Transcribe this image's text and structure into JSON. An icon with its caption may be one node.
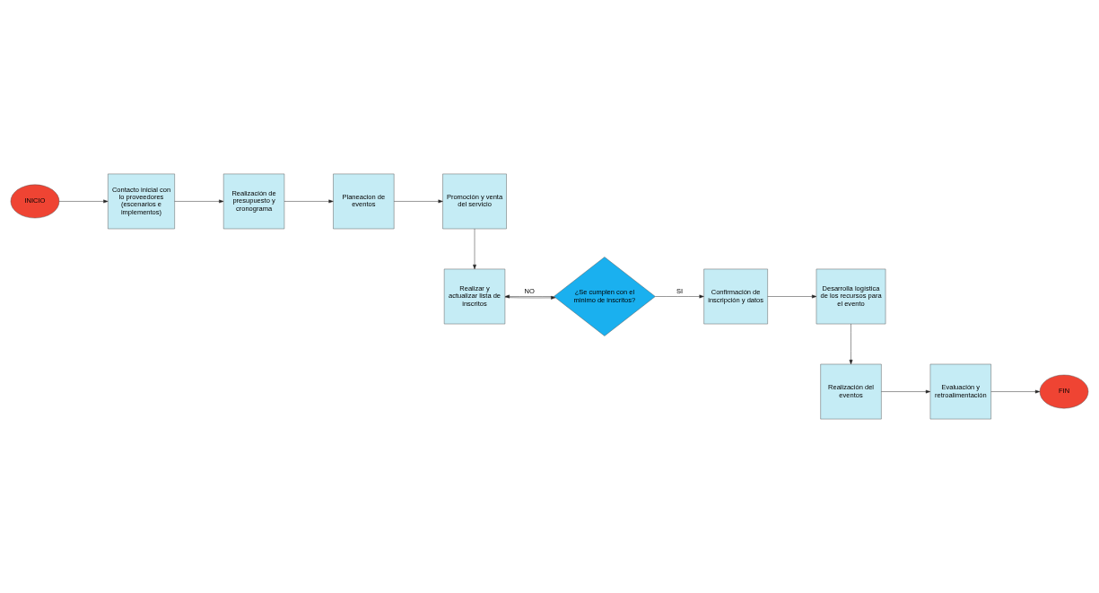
{
  "diagram": {
    "nodes": [
      {
        "text": [
          "INICIO"
        ]
      },
      {
        "text": [
          "Contacto inicial con lo proveedores (escenarios e implementos)"
        ]
      },
      {
        "text": [
          "Realización de presupuesto y cronograma"
        ]
      },
      {
        "text": [
          "Planeacion de eventos"
        ]
      },
      {
        "text": [
          "Promoción y venta del servicio"
        ]
      },
      {
        "text": [
          "Realizar y actualizar lista de inscritos"
        ]
      },
      {
        "text": [
          "¿Se cumplen con el minimo de inscritos?"
        ]
      },
      {
        "text": [
          "Confirmación de inscripción y datos"
        ]
      },
      {
        "text": [
          "Desarrolla logística de los recursos para el evento"
        ]
      },
      {
        "text": [
          "Realización del eventos"
        ]
      },
      {
        "text": [
          "Evaluación y retroalimentación"
        ]
      },
      {
        "text": [
          "FIN"
        ]
      }
    ],
    "edges": [
      {
        "from": 0,
        "to": 1,
        "arrow": "to"
      },
      {
        "from": 1,
        "to": 2,
        "arrow": "to"
      },
      {
        "from": 2,
        "to": 3,
        "arrow": "to"
      },
      {
        "from": 3,
        "to": 4,
        "arrow": "to"
      },
      {
        "from": 4,
        "to": 5,
        "arrow": "to"
      },
      {
        "from": 5,
        "to": 6,
        "arrow": "to"
      },
      {
        "from": 6,
        "to": 7,
        "arrow": "to",
        "label": "SI"
      },
      {
        "from": 6,
        "to": 5,
        "arrow": "to",
        "label": "NO"
      },
      {
        "from": 7,
        "to": 8,
        "arrow": "to"
      },
      {
        "from": 8,
        "to": 9,
        "arrow": "to"
      },
      {
        "from": 9,
        "to": 10,
        "arrow": "to"
      },
      {
        "from": 10,
        "to": 11,
        "arrow": "to"
      }
    ]
  }
}
